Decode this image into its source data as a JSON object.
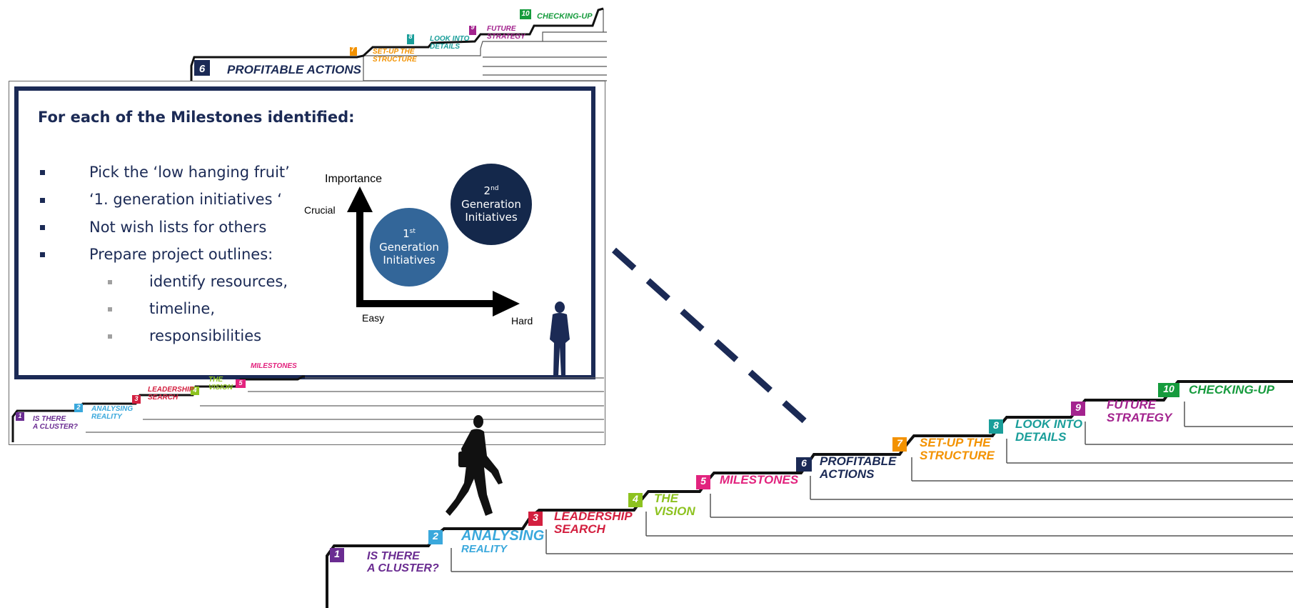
{
  "slide": {
    "active_tab_num": "6",
    "active_tab_label": "PROFITABLE ACTIONS",
    "heading": "For each of the Milestones identified:",
    "bullets": [
      "Pick the ‘low hanging fruit’",
      "‘1. generation initiatives ‘",
      "Not wish lists for others",
      "Prepare project outlines:"
    ],
    "sub_bullets": [
      "identify resources,",
      "timeline,",
      "responsibilities"
    ],
    "axis_y_label": "Importance",
    "axis_y_tick": "Crucial",
    "axis_x_start": "Easy",
    "axis_x_end": "Hard",
    "circle1": {
      "sup": "st",
      "num": "1",
      "line1": "Generation",
      "line2": "Initiatives",
      "color": "#336699"
    },
    "circle2": {
      "sup": "nd",
      "num": "2",
      "line1": "Generation",
      "line2": "Initiatives",
      "color": "#14284b"
    },
    "small_tabs_top": [
      {
        "num": "7",
        "label1": "SET-UP THE",
        "label2": "STRUCTURE",
        "color": "#f39200"
      },
      {
        "num": "8",
        "label1": "LOOK INTO",
        "label2": "DETAILS",
        "color": "#1a9e9a"
      },
      {
        "num": "9",
        "label1": "FUTURE",
        "label2": "STRATEGY",
        "color": "#a3238e"
      },
      {
        "num": "10",
        "label1": "CHECKING-UP",
        "label2": "",
        "color": "#169b3d"
      }
    ],
    "small_tabs_bottom": [
      {
        "num": "1",
        "label1": "IS THERE",
        "label2": "A CLUSTER?",
        "color": "#6a2c91"
      },
      {
        "num": "2",
        "label1": "ANALYSING",
        "label2": "REALITY",
        "color": "#3aa8dc"
      },
      {
        "num": "3",
        "label1": "LEADERSHIP",
        "label2": "SEARCH",
        "color": "#d31f3f"
      },
      {
        "num": "4",
        "label1": "THE",
        "label2": "VISION",
        "color": "#8dc21f"
      },
      {
        "num": "5",
        "label1": "MILESTONES",
        "label2": "",
        "color": "#e2237e"
      }
    ]
  },
  "steps": [
    {
      "num": "1",
      "label1": "IS THERE",
      "label2": "A CLUSTER?",
      "color": "#6a2c91"
    },
    {
      "num": "2",
      "label1": "ANALYSING",
      "label2": "REALITY",
      "color": "#3aa8dc"
    },
    {
      "num": "3",
      "label1": "LEADERSHIP",
      "label2": "SEARCH",
      "color": "#d31f3f"
    },
    {
      "num": "4",
      "label1": "THE",
      "label2": "VISION",
      "color": "#8dc21f"
    },
    {
      "num": "5",
      "label1": "MILESTONES",
      "label2": "",
      "color": "#e2237e"
    },
    {
      "num": "6",
      "label1": "PROFITABLE",
      "label2": "ACTIONS",
      "color": "#1b2a55"
    },
    {
      "num": "7",
      "label1": "SET-UP THE",
      "label2": "STRUCTURE",
      "color": "#f39200"
    },
    {
      "num": "8",
      "label1": "LOOK INTO",
      "label2": "DETAILS",
      "color": "#1a9e9a"
    },
    {
      "num": "9",
      "label1": "FUTURE",
      "label2": "STRATEGY",
      "color": "#a3238e"
    },
    {
      "num": "10",
      "label1": "CHECKING-UP",
      "label2": "",
      "color": "#169b3d"
    }
  ]
}
